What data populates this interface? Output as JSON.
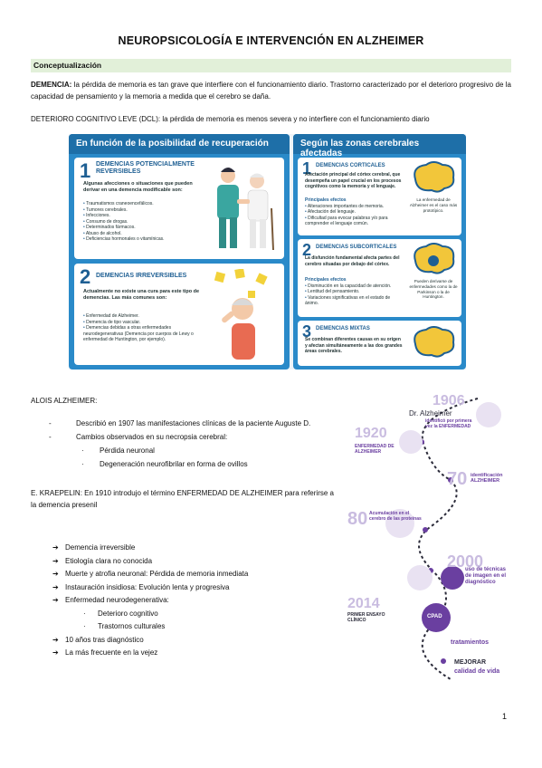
{
  "title": "NEUROPSICOLOGÍA E INTERVENCIÓN EN ALZHEIMER",
  "section": "Conceptualización",
  "demencia": {
    "label": "DEMENCIA:",
    "text": " la pérdida de memoria es tan grave que interfiere con el funcionamiento diario. Trastorno caracterizado por el deterioro progresivo de la capacidad de pensamiento y la memoria a medida que el cerebro se daña."
  },
  "dcl": {
    "label": "DETERIORO COGNITIVO LEVE (DCL):",
    "text": " la pérdida de memoria es menos severa y no interfiere con el funcionamiento diario"
  },
  "infographic": {
    "left_header": "En función de la posibilidad de recuperación",
    "right_header": "Según las zonas cerebrales afectadas",
    "card1": {
      "num": "1",
      "title": "DEMENCIAS POTENCIALMENTE REVERSIBLES",
      "lead": "Algunas afecciones o situaciones que pueden derivar en una demencia modificable son:",
      "items": [
        "Traumatismos craneoencefálicos.",
        "Tumores cerebrales.",
        "Infecciones.",
        "Consumo de drogas.",
        "Determinados fármacos.",
        "Abuso de alcohol.",
        "Deficiencias hormonales o vitamínicas."
      ]
    },
    "card2": {
      "num": "2",
      "title": "DEMENCIAS IRREVERSIBLES",
      "lead": "Actualmente no existe una cura para este tipo de demencias. Las más comunes son:",
      "items": [
        "Enfermedad de Alzheimer.",
        "Demencia de tipo vascular.",
        "Demencias debidas a otras enfermedades neurodegenerativas (Demencia por cuerpos de Lewy o enfermedad de Huntington, por ejemplo)."
      ]
    },
    "card3": {
      "num": "1",
      "title": "DEMENCIAS CORTICALES",
      "lead": "Afectación principal del córtex cerebral, que desempeña un papel crucial en los procesos cognitivos como la memoria y el lenguaje.",
      "sub": "Principales efectos",
      "items": [
        "Alteraciones importantes de memoria.",
        "Afectación del lenguaje.",
        "Dificultad para evocar palabras y/o para comprender el lenguaje común."
      ],
      "note": "La enfermedad de Alzheimer es el caso más prototípico."
    },
    "card4": {
      "num": "2",
      "title": "DEMENCIAS SUBCORTICALES",
      "lead": "La disfunción fundamental afecta partes del cerebro situadas por debajo del córtex.",
      "sub": "Principales efectos",
      "items": [
        "Disminución en la capacidad de atención.",
        "Lentitud del pensamiento.",
        "Variaciones significativas en el estado de ánimo."
      ],
      "note": "Pueden derivarse de enfermedades como la de Parkinson o la de Huntington."
    },
    "card5": {
      "num": "3",
      "title": "DEMENCIAS MIXTAS",
      "lead": "Se combinan diferentes causas en su origen y afectan simultáneamente a las dos grandes áreas cerebrales."
    }
  },
  "alois": {
    "heading": "ALOIS ALZHEIMER:",
    "items": [
      "Describió en 1907 las manifestaciones clínicas de la paciente Auguste D.",
      "Cambios observados en su necropsia cerebral:"
    ],
    "subitems": [
      "Pérdida neuronal",
      "Degeneración neurofibrilar en forma de ovillos"
    ],
    "dash": "-",
    "bullet": "·"
  },
  "kraepelin": {
    "label": "E. KRAEPELIN:",
    "text": " En 1910 introdujo el término ENFERMEDAD DE ALZHEIMER para referirse a la demencia presenil"
  },
  "features": {
    "arrow": "➔",
    "items": [
      "Demencia irreversible",
      "Etiología clara no conocida",
      "Muerte y atrofia neuronal: Pérdida de memoria inmediata",
      "Instauración insidiosa: Evolución lenta y progresiva",
      "Enfermedad neurodegenerativa:"
    ],
    "subitems": [
      "Deterioro cognitivo",
      "Trastornos culturales"
    ],
    "tail": [
      "10 años tras diagnóstico",
      "La más frecuente en la vejez"
    ]
  },
  "timeline": {
    "y1906": "1906",
    "dr": "Dr. Alzheimer",
    "t1906": "identificó por primera vez la ENFERMEDAD",
    "y1920": "1920",
    "t1920": "ENFERMEDAD DE ALZHEIMER",
    "y70": "70",
    "t70": "identificación ALZHEIMER",
    "y80": "80",
    "t80": "Acumulación en el cerebro de las proteínas",
    "y2000": "2000",
    "t2000": "uso de técnicas de imagen en el diagnóstico",
    "y2014": "2014",
    "t2014": "PRIMER ENSAYO CLÍNICO",
    "cpad": "CPAD",
    "t_trat": "tratamientos",
    "mejorar": "MEJORAR",
    "calidad": "calidad de vida"
  },
  "page_number": "1",
  "colors": {
    "section_bg": "#e2f0d9",
    "info_blue": "#2a8ac9",
    "info_dark": "#1e5f93",
    "purple": "#6a3fa0"
  }
}
